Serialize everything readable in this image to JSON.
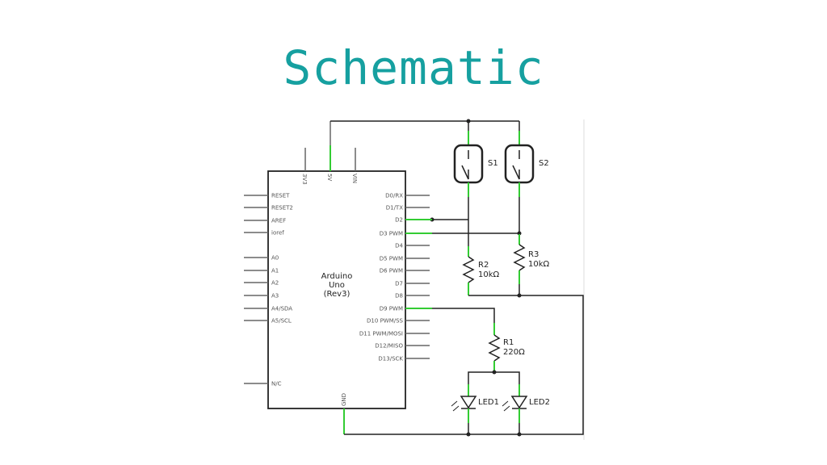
{
  "title": "Schematic",
  "board": {
    "name_lines": [
      "Arduino",
      "Uno",
      "(Rev3)"
    ],
    "left_pins": [
      "RESET",
      "RESET2",
      "AREF",
      "ioref",
      "A0",
      "A1",
      "A2",
      "A3",
      "A4/SDA",
      "A5/SCL",
      "N/C"
    ],
    "right_pins": [
      "D0/RX",
      "D1/TX",
      "D2",
      "D3 PWM",
      "D4",
      "D5 PWM",
      "D6 PWM",
      "D7",
      "D8",
      "D9 PWM",
      "D10 PWM/SS",
      "D11 PWM/MOSI",
      "D12/MISO",
      "D13/SCK"
    ],
    "top_pins": [
      "3V3",
      "5V",
      "VIN"
    ],
    "bottom_pin": "GND"
  },
  "components": {
    "s1": "S1",
    "s2": "S2",
    "r1_name": "R1",
    "r1_value": "220Ω",
    "r2_name": "R2",
    "r2_value": "10kΩ",
    "r3_name": "R3",
    "r3_value": "10kΩ",
    "led1": "LED1",
    "led2": "LED2"
  },
  "colors": {
    "title": "#16a0a0",
    "wire": "#222222",
    "pin_highlight": "#33cc33"
  }
}
